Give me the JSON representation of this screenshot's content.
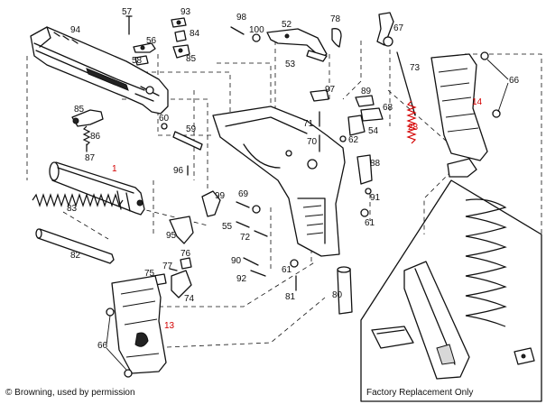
{
  "callouts": {
    "p57": "57",
    "p93": "93",
    "p98": "98",
    "p100": "100",
    "p52": "52",
    "p78": "78",
    "p67": "67",
    "p94": "94",
    "p56": "56",
    "p84": "84",
    "p58": "58",
    "p85a": "85",
    "p53": "53",
    "p73": "73",
    "p66a": "66",
    "p97": "97",
    "p89": "89",
    "p68": "68",
    "p14": "14",
    "p85b": "85",
    "p60": "60",
    "p59": "59",
    "p71": "71",
    "p54": "54",
    "p28": "28",
    "p86": "86",
    "p87": "87",
    "p70": "70",
    "p62": "62",
    "p1": "1",
    "p96": "96",
    "p88": "88",
    "p99": "99",
    "p69": "69",
    "p91": "91",
    "p83": "83",
    "p61a": "61",
    "p55": "55",
    "p95": "95",
    "p72": "72",
    "p82": "82",
    "p76": "76",
    "p77": "77",
    "p90": "90",
    "p61b": "61",
    "p75": "75",
    "p92": "92",
    "p74": "74",
    "p81": "81",
    "p80": "80",
    "p13": "13",
    "p66b": "66"
  },
  "credit": "© Browning, used by permission",
  "factory_label": "Factory Replacement Only",
  "colors": {
    "ink": "#111111",
    "highlight": "#d40000"
  }
}
